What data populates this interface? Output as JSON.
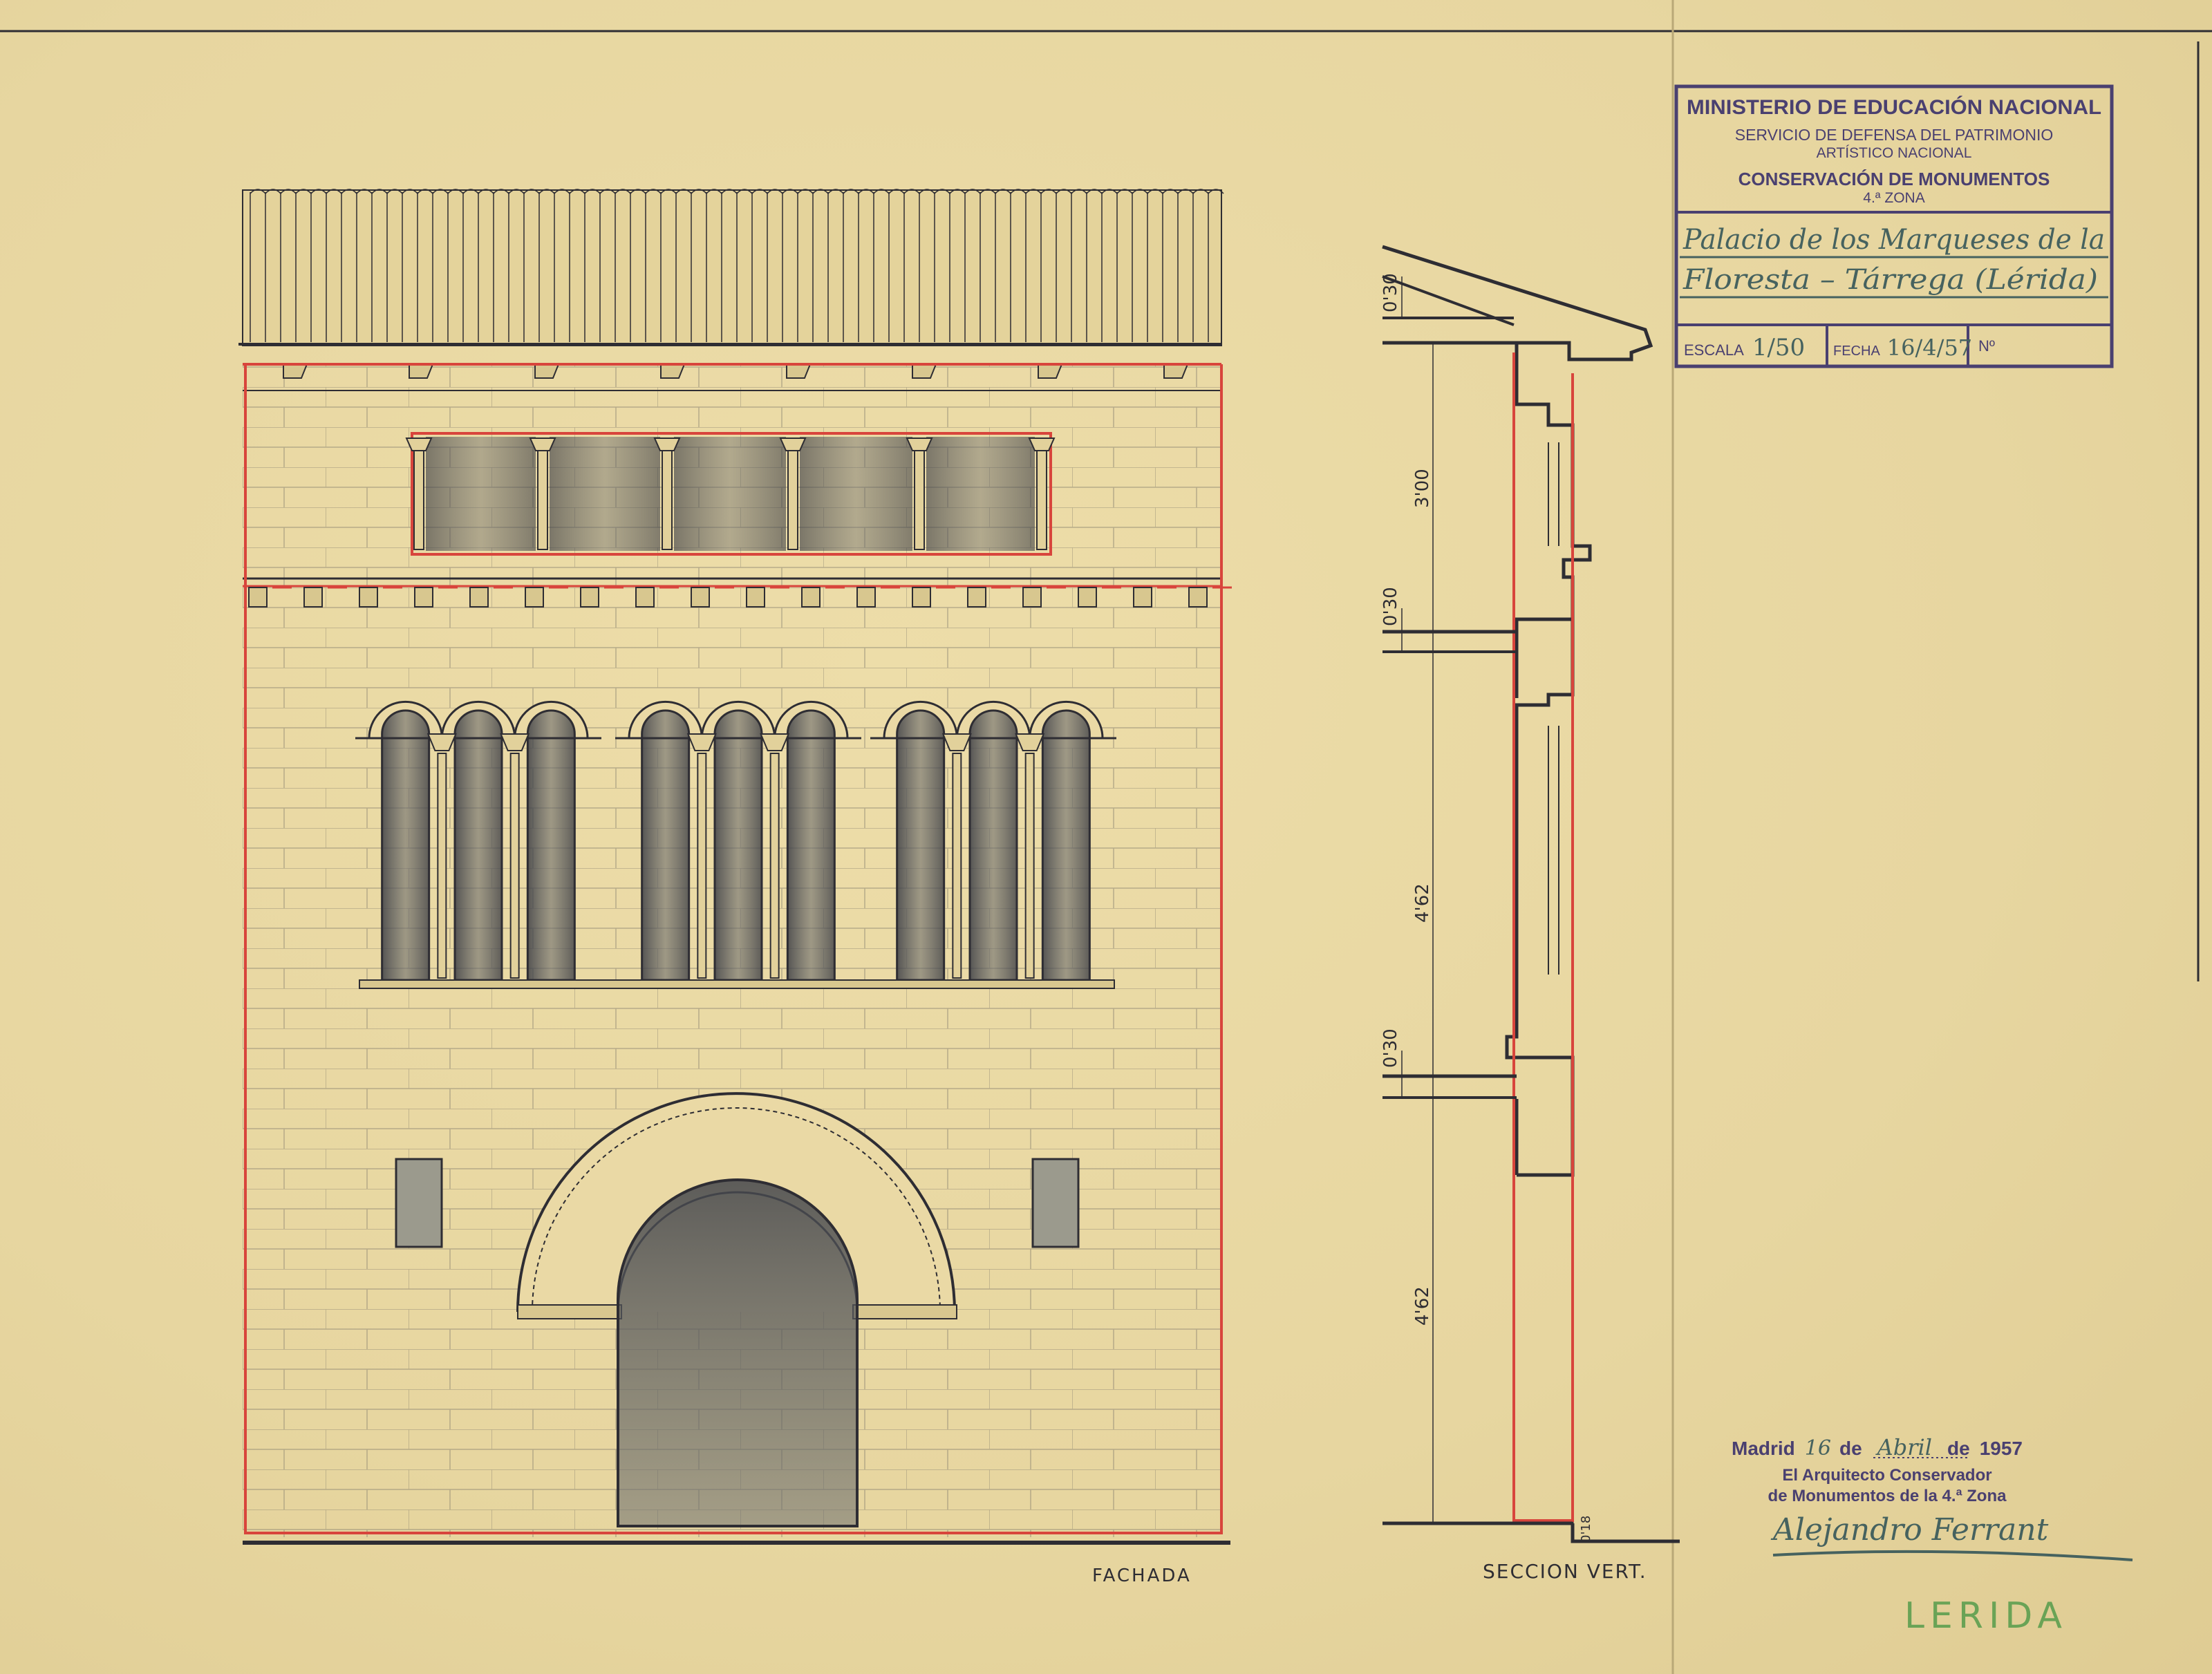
{
  "stamp": {
    "line1": "MINISTERIO DE EDUCACIÓN NACIONAL",
    "line2": "SERVICIO DE DEFENSA DEL PATRIMONIO",
    "line3": "ARTÍSTICO NACIONAL",
    "line4": "CONSERVACIÓN DE MONUMENTOS",
    "line5": "4.ª ZONA",
    "title_line1": "Palacio de los Marqueses de la",
    "title_line2": "Floresta – Tárrega (Lérida)",
    "scale_label": "ESCALA",
    "scale_value": "1/50",
    "date_label": "FECHA",
    "date_value": "16/4/57",
    "number_label": "Nº"
  },
  "labels": {
    "facade": "FACHADA",
    "section": "SECCION VERT."
  },
  "dimensions": {
    "roof_height": "0'30",
    "upper_floor": "3'00",
    "slab_upper": "0'30",
    "middle_floor": "4'62",
    "slab_lower": "0'30",
    "ground_floor": "4'62",
    "plinth": "0'18"
  },
  "signature_block": {
    "place": "Madrid",
    "day": "16",
    "de1": "de",
    "month": "Abril",
    "de2": "de",
    "year": "1957",
    "line2": "El Arquitecto Conservador",
    "line3": "de Monumentos de la 4.ª Zona",
    "signature": "Alejandro Ferrant"
  },
  "annotation": "LERIDA",
  "colors": {
    "paper": "#e8d8a4",
    "ink": "#2e2d33",
    "red": "#d8453c",
    "stamp": "#4a4070",
    "pen": "#46625f",
    "crayon": "#6aa356"
  }
}
